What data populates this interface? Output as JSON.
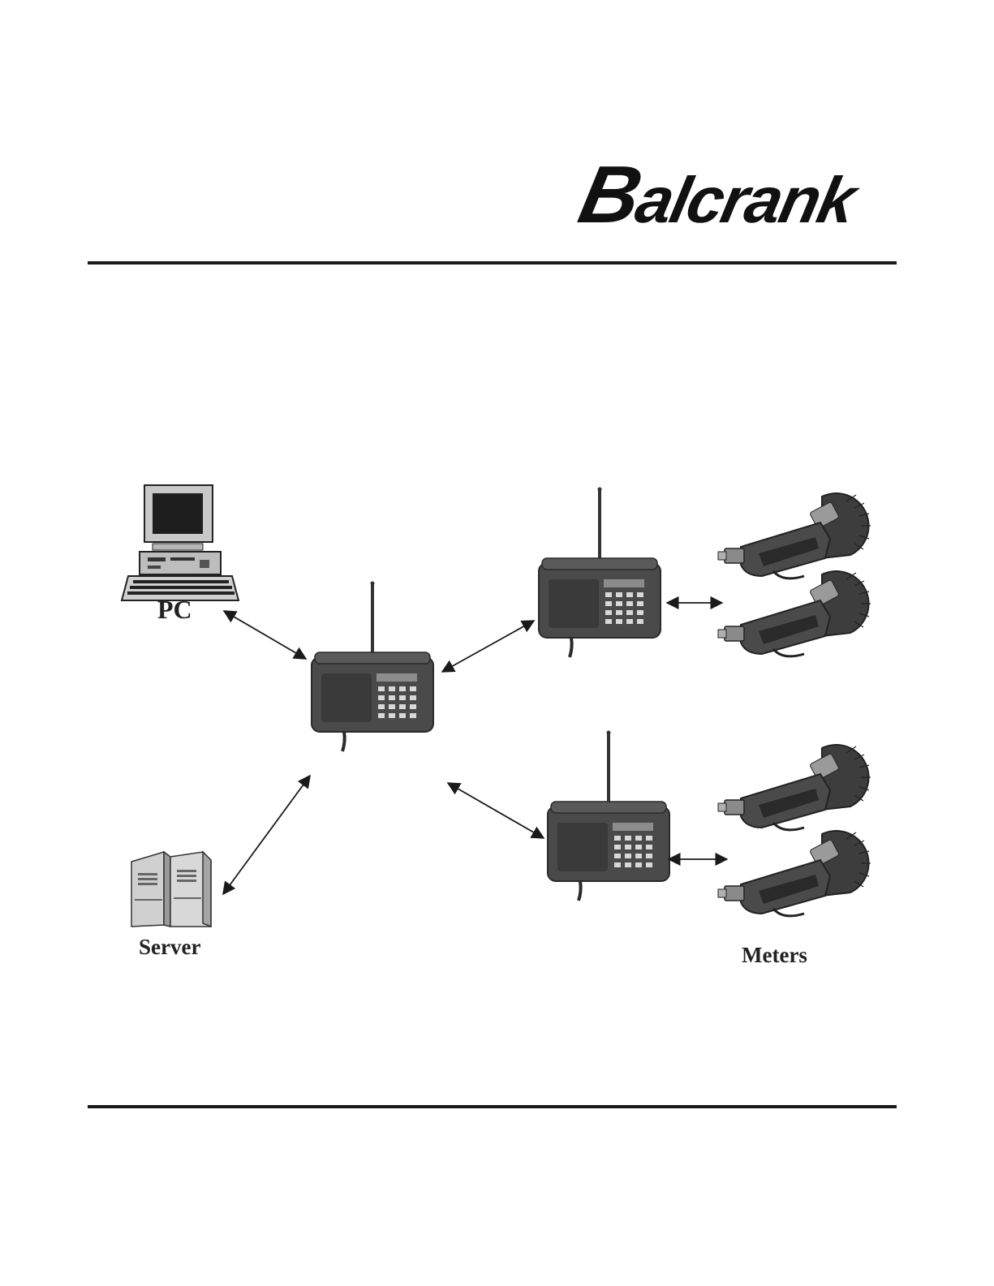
{
  "brand": {
    "logo_initial": "B",
    "logo_rest": "alcrank"
  },
  "diagram": {
    "labels": {
      "pc": "PC",
      "server": "Server",
      "meters": "Meters"
    },
    "colors": {
      "ink": "#1a1a1a",
      "device_body": "#4a4a4a",
      "device_dark": "#2e2e2e",
      "screen_gray": "#7a7a7a"
    },
    "icons": [
      "computer-icon",
      "server-icon",
      "controller-device-icon",
      "meter-nozzle-icon",
      "double-arrow-icon"
    ]
  }
}
